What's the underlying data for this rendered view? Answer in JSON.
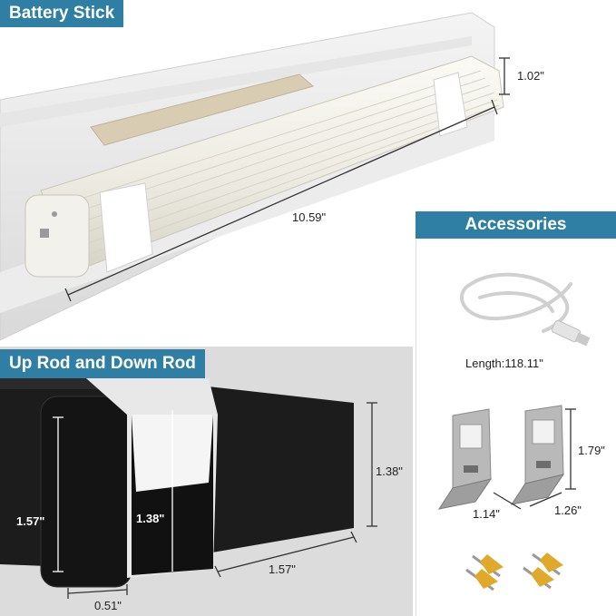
{
  "banners": {
    "battery": "Battery Stick",
    "rods": "Up Rod and Down Rod",
    "accessories": "Accessories"
  },
  "battery": {
    "height": "1.02\"",
    "length": "10.59\""
  },
  "rods": {
    "rail_height": "1.38\"",
    "rail_width": "1.57\"",
    "section_height": "1.57\"",
    "inner_height": "1.38\"",
    "section_depth": "0.51\""
  },
  "accessories": {
    "cable_length": "Length:118.11\"",
    "bracket_height": "1.79\"",
    "bracket_width": "1.14\"",
    "bracket_depth": "1.26\""
  },
  "colors": {
    "banner": "#2f7ea3",
    "rod_black": "#1a1a1a",
    "screw_gold": "#e0a92a"
  }
}
